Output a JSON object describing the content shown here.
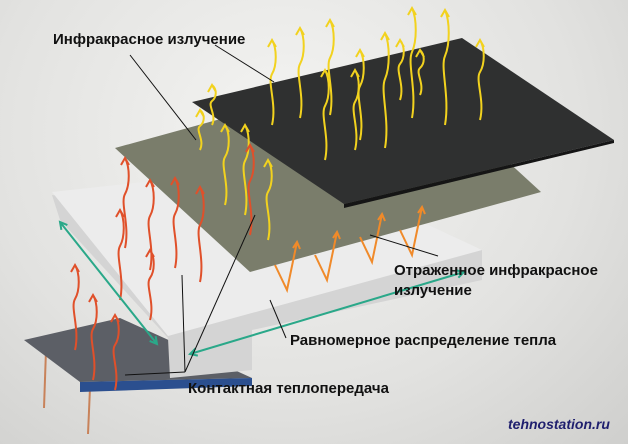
{
  "labels": {
    "infrared": "Инфракрасное излучение",
    "reflected_line1": "Отраженное инфракрасное",
    "reflected_line2": "излучение",
    "uniform": "Равномерное распределение тепла",
    "contact": "Контактная теплопередача"
  },
  "watermark": "tehnostation.ru",
  "colors": {
    "yellow_arrow": "#f2d21e",
    "red_arrow": "#e0502a",
    "orange_arrow": "#f08a2a",
    "teal_arrow": "#2aa889"
  }
}
